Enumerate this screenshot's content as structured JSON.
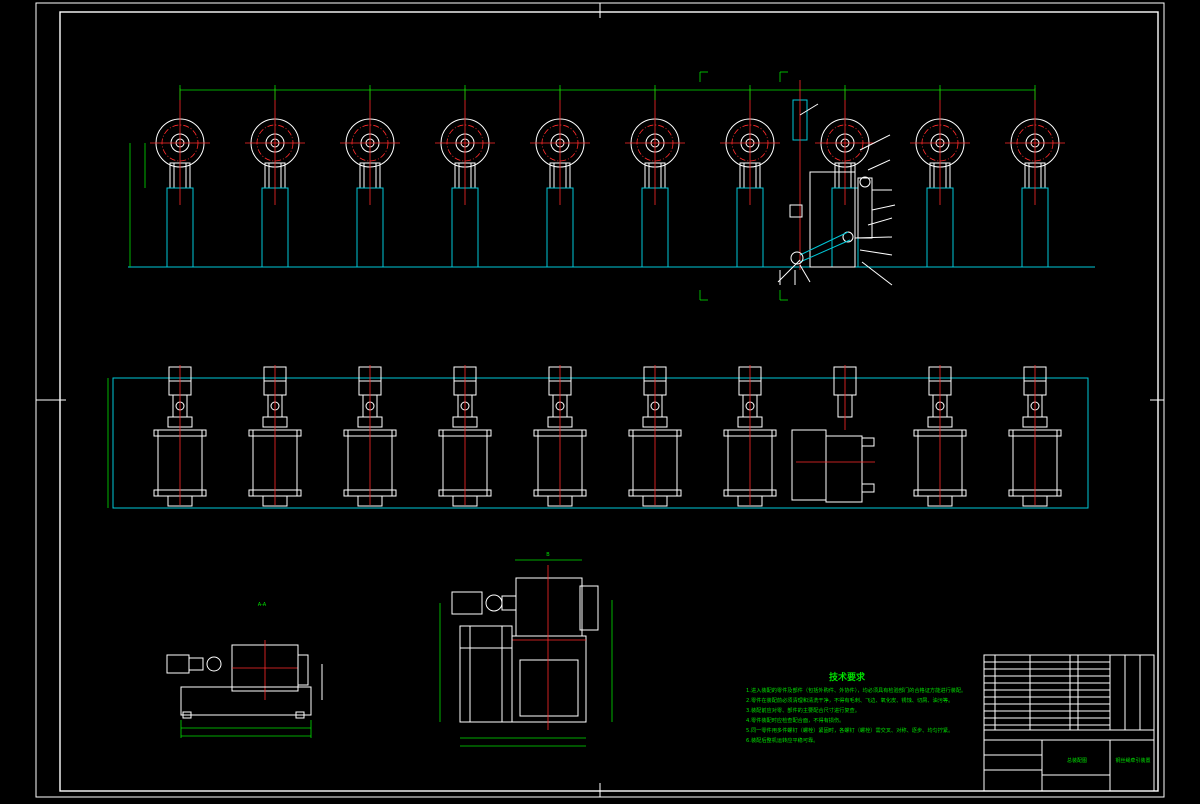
{
  "drawing": {
    "colors": {
      "background": "#000000",
      "outline": "#ffffff",
      "dimension": "#00e000",
      "centerline": "#ff2a2a",
      "hidden": "#00c8d8"
    },
    "section_labels": {
      "view_a": "A-A",
      "view_b": "B"
    },
    "tech_requirements": {
      "title": "技术要求",
      "lines": [
        "1.进入装配的零件及部件（包括外购件、外协件），均必须具有检验部门的合格证方能进行装配。",
        "2.零件在装配前必须清理和清洗干净，不得有毛刺、飞边、氧化皮、锈蚀、切屑、油污等。",
        "3.装配前应对零、部件的主要配合尺寸进行复查。",
        "4.零件装配时应检查配合面，不得有损伤。",
        "5.同一零件用多件螺钉（螺栓）紧固时，各螺钉（螺栓）需交叉、对称、逐步、均匀拧紧。",
        "6.装配后整机运转应平稳可靠。"
      ]
    },
    "title_block": {
      "drawing_name": "钢丝绳牵引装置",
      "material_label": "总装配图"
    }
  }
}
